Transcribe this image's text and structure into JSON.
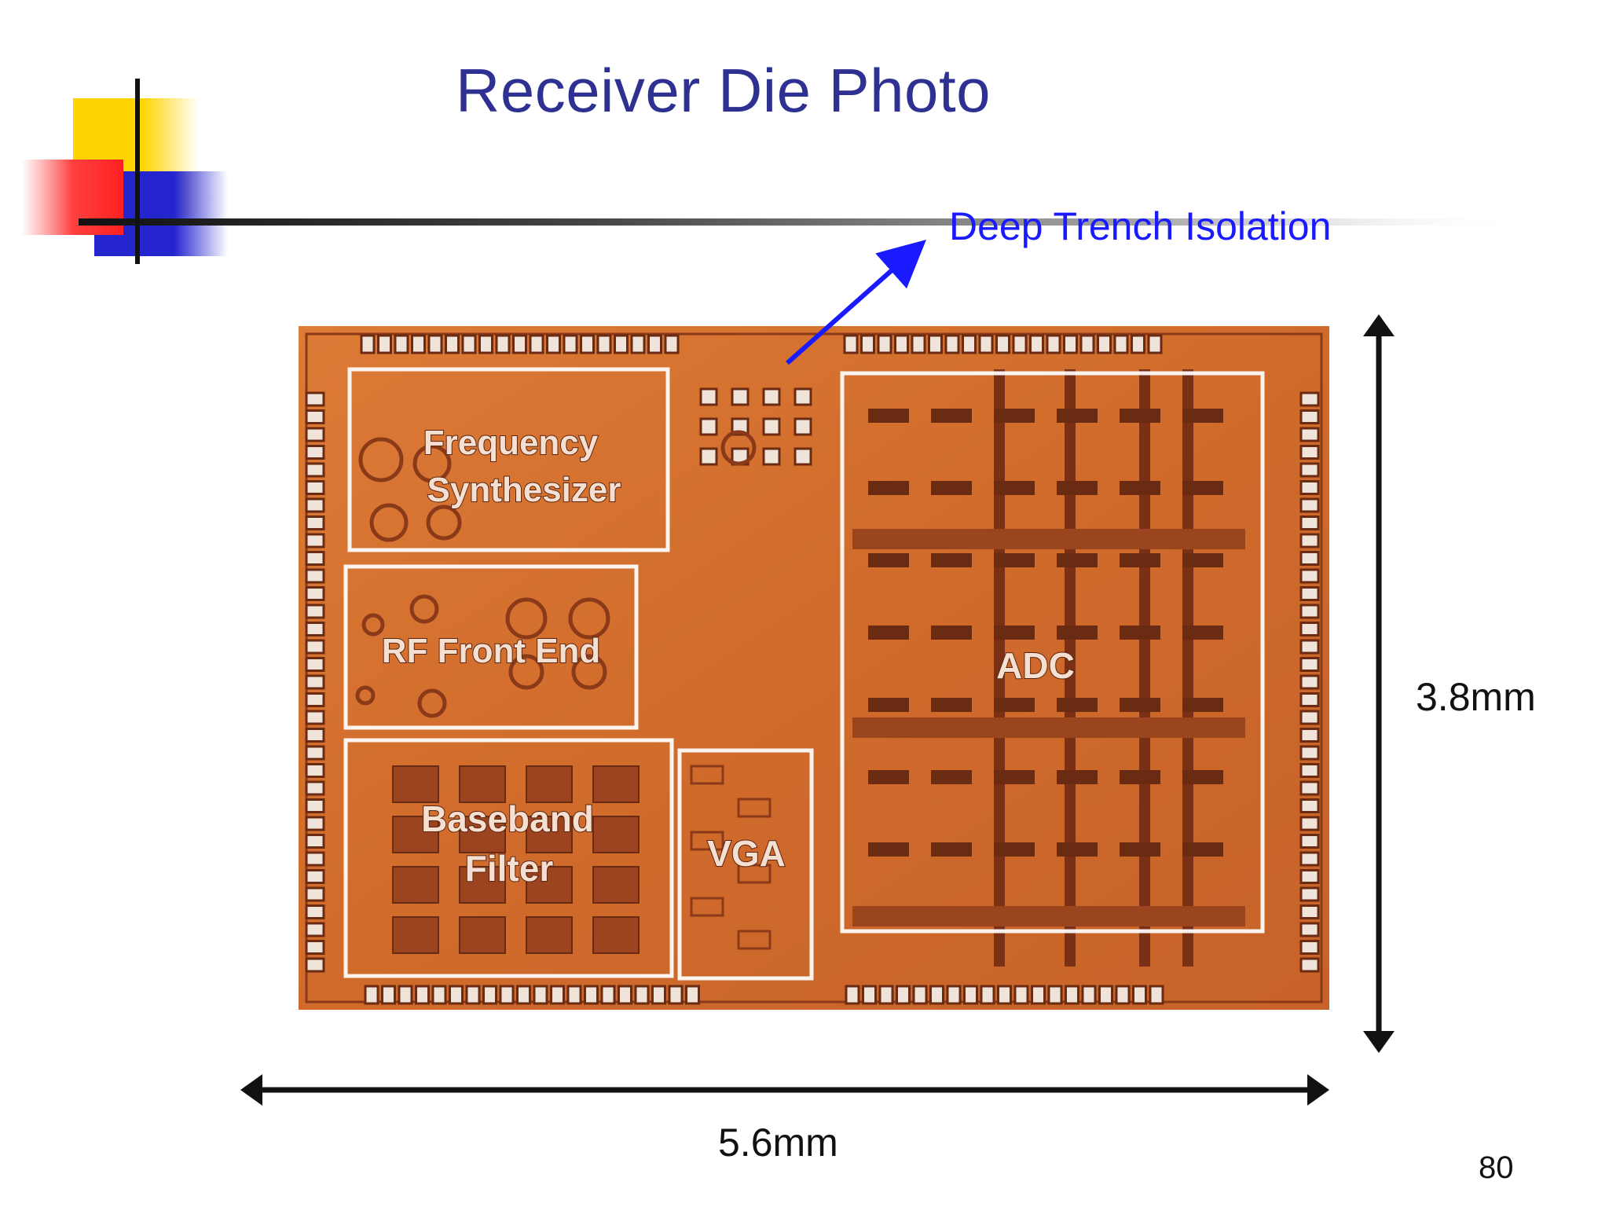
{
  "slide": {
    "title": "Receiver Die Photo",
    "page_number": "80"
  },
  "annotation": {
    "label": "Deep Trench Isolation",
    "color": "#1a1aff"
  },
  "dimensions": {
    "height": "3.8mm",
    "width": "5.6mm"
  },
  "blocks": {
    "freq_line1": "Frequency",
    "freq_line2": "Synthesizer",
    "rf": "RF Front End",
    "bb_line1": "Baseband",
    "bb_line2": "Filter",
    "vga": "VGA",
    "adc": "ADC"
  },
  "colors": {
    "title": "#2e3192",
    "die_base": "#d5702e",
    "die_dark": "#8a3a18",
    "deco_yellow": "#ffd400",
    "deco_red": "#ff2b2b",
    "deco_blue": "#2b2bd6"
  }
}
